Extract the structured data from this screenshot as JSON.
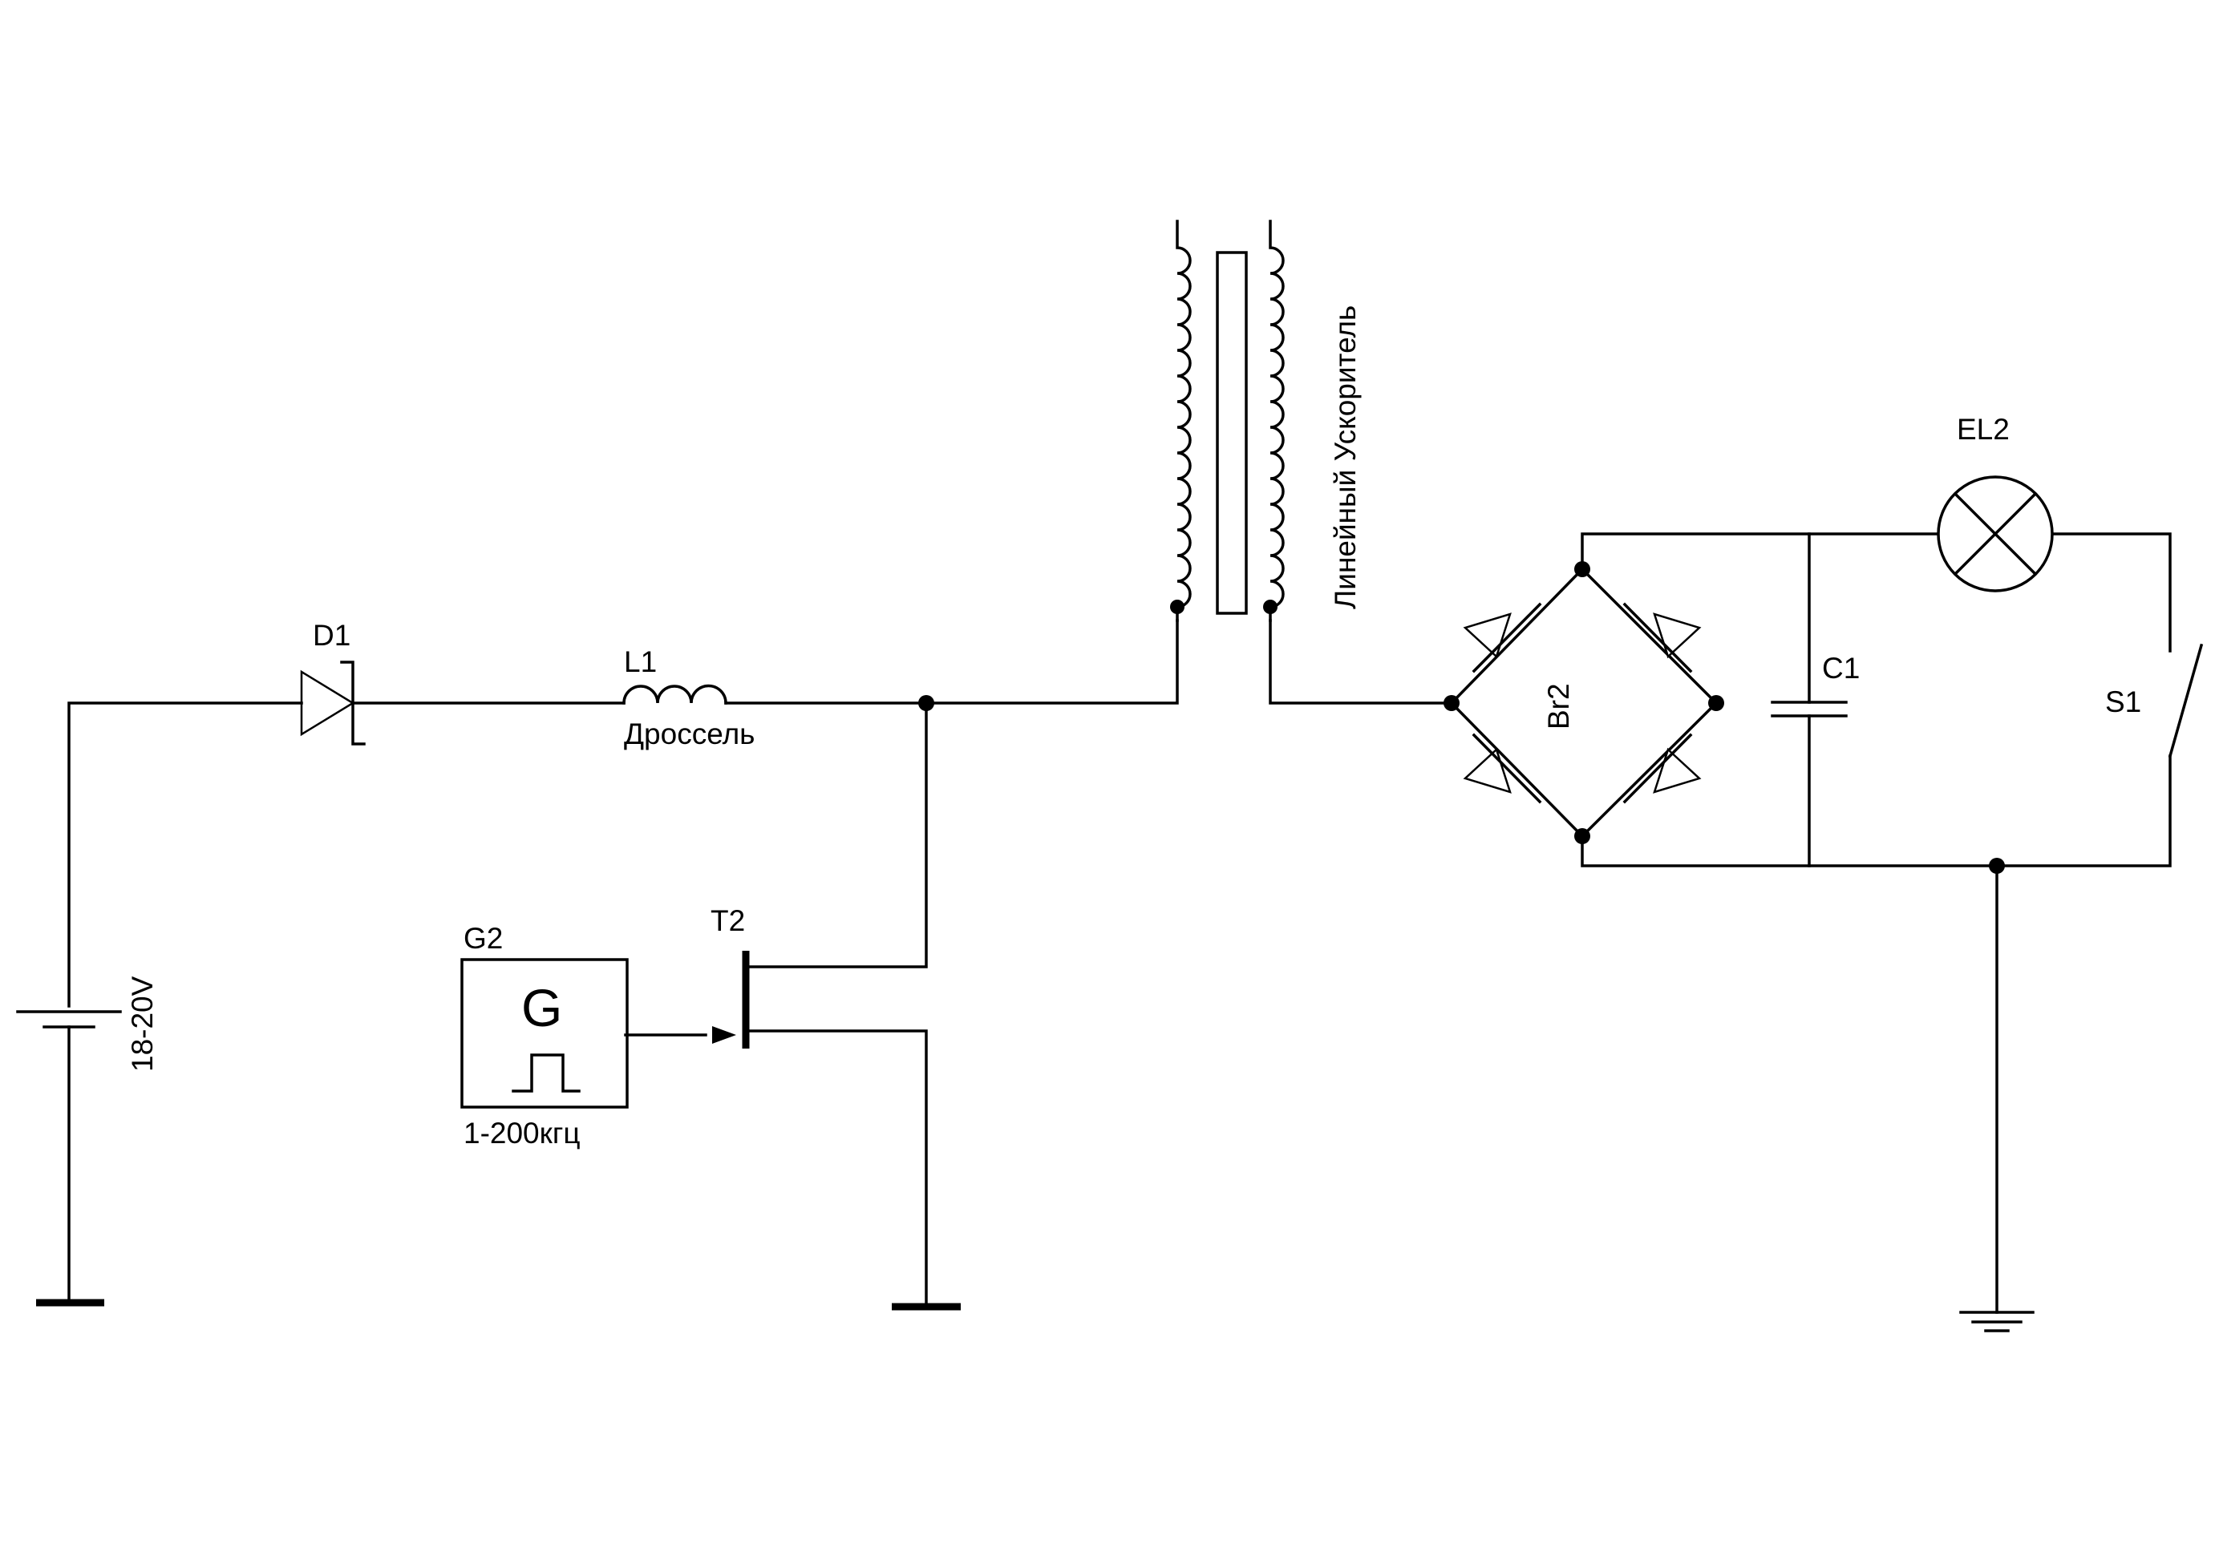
{
  "labels": {
    "d1": "D1",
    "l1": "L1",
    "l1_name": "Дроссель",
    "battery": "18-20V",
    "g2": "G2",
    "g_symbol": "G",
    "g_freq": "1-200кгц",
    "t2": "T2",
    "transformer": "Линейный Ускоритель",
    "br2": "Br2",
    "c1": "C1",
    "el2": "EL2",
    "s1": "S1"
  }
}
